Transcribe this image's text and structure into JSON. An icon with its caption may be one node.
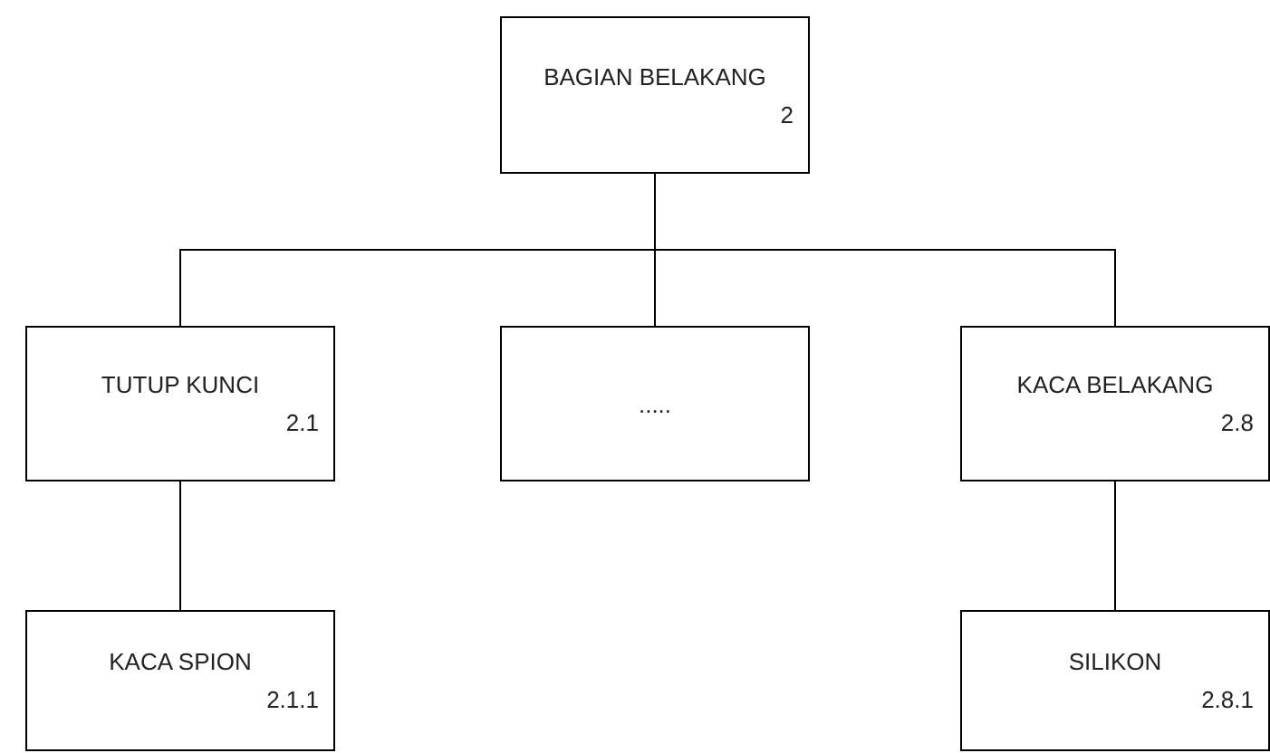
{
  "diagram": {
    "nodes": [
      {
        "text": [
          "BAGIAN BELAKANG",
          "2"
        ]
      },
      {
        "text": [
          "TUTUP KUNCI",
          "2.1"
        ]
      },
      {
        "text": [
          "....."
        ]
      },
      {
        "text": [
          "KACA BELAKANG",
          "2.8"
        ]
      },
      {
        "text": [
          "KACA SPION",
          "2.1.1"
        ]
      },
      {
        "text": [
          "SILIKON",
          "2.8.1"
        ]
      }
    ],
    "edges": [
      {
        "from": 0,
        "to": 1,
        "arrow": "none"
      },
      {
        "from": 0,
        "to": 2,
        "arrow": "none"
      },
      {
        "from": 0,
        "to": 3,
        "arrow": "none"
      },
      {
        "from": 1,
        "to": 4,
        "arrow": "none"
      },
      {
        "from": 3,
        "to": 5,
        "arrow": "none"
      }
    ]
  }
}
